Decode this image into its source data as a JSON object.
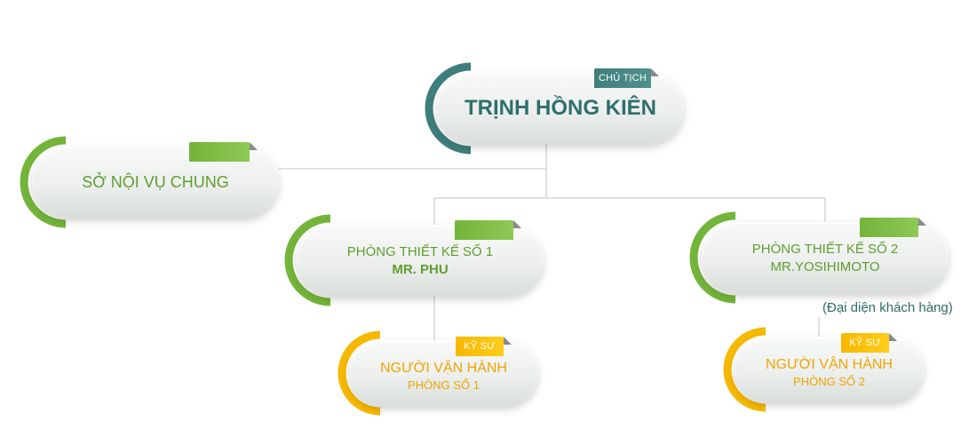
{
  "chairman": {
    "tag": "CHỦ TỊCH",
    "name": "TRỊNH HỒNG KIÊN"
  },
  "internal_affairs": {
    "label": "SỞ NỘI VỤ CHUNG"
  },
  "design_room_1": {
    "title": "PHÒNG THIẾT KẾ SỐ 1",
    "person": "MR. PHU"
  },
  "design_room_2": {
    "title": "PHÒNG THIẾT KẾ SỐ 2",
    "person": "MR.YOSIHIMOTO",
    "note": "(Đại diện khách hàng)"
  },
  "operator_1": {
    "tag": "KỸ SƯ",
    "title": "NGƯỜI VẬN HÀNH",
    "room": "PHÒNG SỐ 1"
  },
  "operator_2": {
    "tag": "KỸ SƯ",
    "title": "NGƯỜI VẬN HÀNH",
    "room": "PHÒNG SỐ 2"
  },
  "colors": {
    "teal": "#3e7e7c",
    "green": "#73b43a",
    "yellow": "#f6b800",
    "connector": "#cfcfcf"
  }
}
